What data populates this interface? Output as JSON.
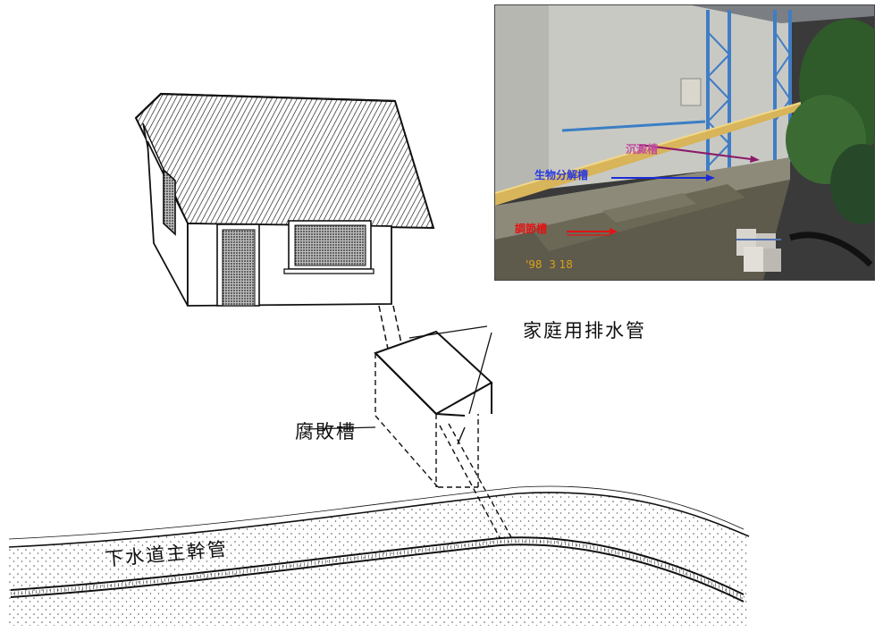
{
  "labels": {
    "drain_pipe": "家庭用排水管",
    "septic_tank": "腐敗槽",
    "main_sewer": "下水道主幹管"
  },
  "photo": {
    "sediment_tank": "沉澱槽",
    "bio_tank": "生物分解槽",
    "inflow_tank": "調節槽",
    "date_stamp": "'98  3 18",
    "colors": {
      "sediment": "#8b1a6b",
      "bio": "#1a2bd6",
      "inflow": "#e01515",
      "date": "#d9a21a"
    }
  }
}
